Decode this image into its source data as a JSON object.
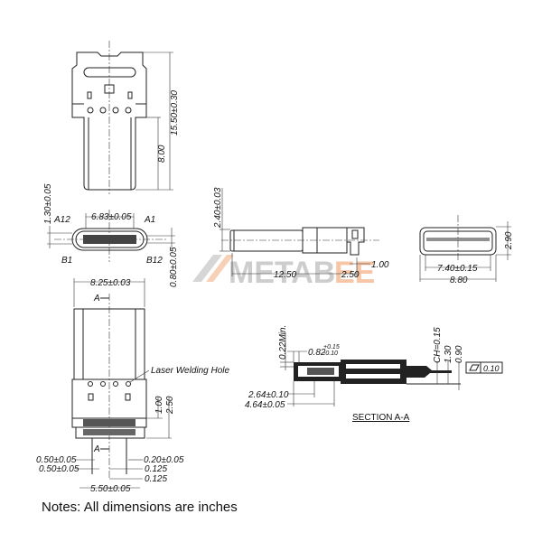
{
  "drawing": {
    "subject": "USB Type-C connector",
    "top_view": {
      "dimensions": {
        "overall_length": "15.50±0.30",
        "shell_length": "8.00"
      }
    },
    "front_view": {
      "dimensions": {
        "inner_width": "6.83±0.05",
        "pad_offset": "1.30±0.05",
        "height": "0.80±0.05"
      },
      "pin_labels": {
        "top_left": "A12",
        "top_right": "A1",
        "bottom_left": "B1",
        "bottom_right": "B12"
      }
    },
    "bottom_view": {
      "dimensions": {
        "width": "8.25±0.03",
        "lead_1": "1.00",
        "lead_2": "2.50",
        "pitch_a": "0.50±0.05",
        "pitch_b": "0.50±0.05",
        "lead_width": "0.20±0.05",
        "offset_1": "0.125",
        "offset_2": "0.125",
        "span": "5.50±0.05"
      },
      "section_marker_top": "A",
      "section_marker_bottom": "A",
      "callout": "Laser Welding Hole"
    },
    "side_view": {
      "dimensions": {
        "height": "2.40±0.03",
        "body_length": "12.50",
        "tail_length": "2.50",
        "tail_offset": "1.00"
      }
    },
    "end_view": {
      "dimensions": {
        "height": "2.90",
        "inner_width": "7.40±0.15",
        "outer_width": "8.80"
      }
    },
    "section_view": {
      "title": "SECTION A-A",
      "dimensions": {
        "min_wall": "0.22Min.",
        "tip": "0.82",
        "tip_tol_upper": "+0.15",
        "tip_tol_lower": "-0.10",
        "depth_1": "2.64±0.10",
        "depth_2": "4.64±0.05",
        "chamfer": "CH=0.15",
        "thickness_1": "1.30",
        "thickness_2": "0.90"
      },
      "flatness": {
        "symbol": "flatness-icon",
        "value": "0.10"
      }
    },
    "watermark": "METABEE",
    "watermark_colors": {
      "gray": "#b9b9b9",
      "orange": "#f3b48a"
    }
  },
  "notes": "Notes: All dimensions are inches"
}
